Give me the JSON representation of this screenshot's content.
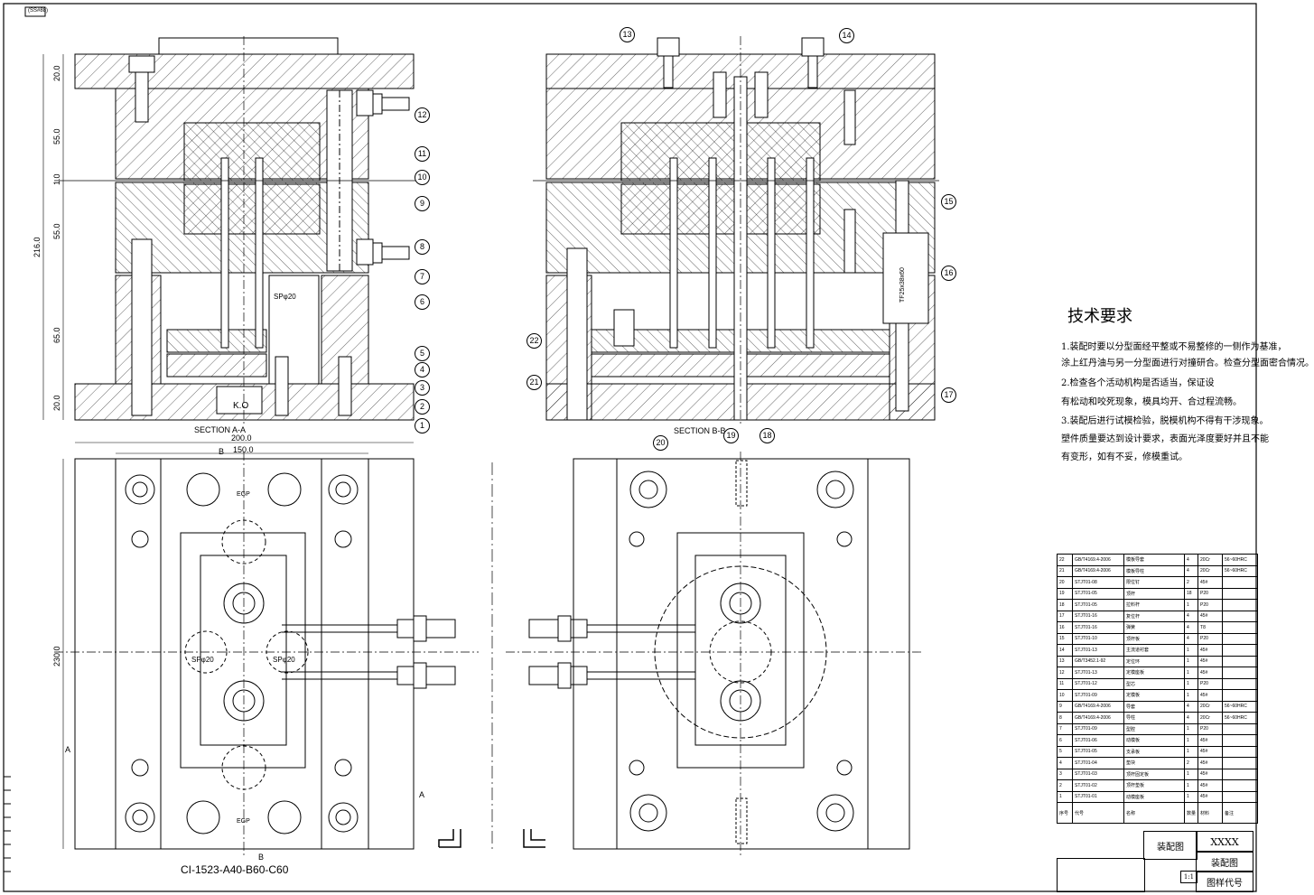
{
  "header": {
    "tag": "(SS#88)"
  },
  "views": {
    "section_aa": "SECTION  A-A",
    "section_bb": "SECTION  B-B",
    "part_code": "CI-1523-A40-B60-C60",
    "ko_label": "K.O",
    "sp_label": "SPφ20",
    "egp_label": "EGP",
    "spring_label": "TF25x38x60",
    "mark_a": "A",
    "mark_b": "B"
  },
  "dims": {
    "d20a": "20.0",
    "d55a": "55.0",
    "d10": "1.0",
    "d216": "216.0",
    "d55b": "55.0",
    "d65": "65.0",
    "d20b": "20.0",
    "d200": "200.0",
    "d150": "150.0",
    "d230": "230.0"
  },
  "balloons": [
    "1",
    "2",
    "3",
    "4",
    "5",
    "6",
    "7",
    "8",
    "9",
    "10",
    "11",
    "12",
    "13",
    "14",
    "15",
    "16",
    "17",
    "18",
    "19",
    "20",
    "21",
    "22"
  ],
  "tech_req": {
    "title": "技术要求",
    "lines": [
      "1.装配时要以分型面经平整或不易整修的一侧作为基准，",
      "涂上红丹油与另一分型面进行对撞研合。检查分型面密合情况。",
      "2.检查各个活动机构是否适当，保证设",
      "有松动和咬死现象，模具均开、合过程流畅。",
      "3.装配后进行试模检验，脱模机构不得有干涉现象。",
      "塑件质量要达到设计要求，表面光泽度要好并且不能",
      "有变形，如有不妥，修模重试。"
    ]
  },
  "bom": [
    {
      "no": "22",
      "code": "GB/T4169.4-2006",
      "name": "模板导套",
      "qty": "4",
      "mat": "20Cr",
      "note": "56~60HRC"
    },
    {
      "no": "21",
      "code": "GB/T4169.4-2006",
      "name": "模板导柱",
      "qty": "4",
      "mat": "20Cr",
      "note": "56~60HRC"
    },
    {
      "no": "20",
      "code": "STJT01-08",
      "name": "限位钉",
      "qty": "2",
      "mat": "45#",
      "note": ""
    },
    {
      "no": "19",
      "code": "STJT01-05",
      "name": "顶杆",
      "qty": "18",
      "mat": "P20",
      "note": ""
    },
    {
      "no": "18",
      "code": "STJT01-05",
      "name": "拉料杆",
      "qty": "1",
      "mat": "P20",
      "note": ""
    },
    {
      "no": "17",
      "code": "STJT01-16",
      "name": "复位杆",
      "qty": "4",
      "mat": "45#",
      "note": ""
    },
    {
      "no": "16",
      "code": "STJT01-16",
      "name": "弹簧",
      "qty": "4",
      "mat": "T8",
      "note": ""
    },
    {
      "no": "15",
      "code": "STJT01-10",
      "name": "顶杆板",
      "qty": "4",
      "mat": "P20",
      "note": ""
    },
    {
      "no": "14",
      "code": "STJT01-13",
      "name": "主流道衬套",
      "qty": "1",
      "mat": "45#",
      "note": ""
    },
    {
      "no": "13",
      "code": "GB/T3452.1-92",
      "name": "定位环",
      "qty": "1",
      "mat": "45#",
      "note": ""
    },
    {
      "no": "12",
      "code": "STJT01-13",
      "name": "定模座板",
      "qty": "1",
      "mat": "45#",
      "note": ""
    },
    {
      "no": "11",
      "code": "STJT01-12",
      "name": "型芯",
      "qty": "1",
      "mat": "P20",
      "note": ""
    },
    {
      "no": "10",
      "code": "STJT01-09",
      "name": "定模板",
      "qty": "1",
      "mat": "45#",
      "note": ""
    },
    {
      "no": "9",
      "code": "GB/T4169.4-2006",
      "name": "导套",
      "qty": "4",
      "mat": "20Cr",
      "note": "56~60HRC"
    },
    {
      "no": "8",
      "code": "GB/T4169.4-2006",
      "name": "导柱",
      "qty": "4",
      "mat": "20Cr",
      "note": "56~60HRC"
    },
    {
      "no": "7",
      "code": "STJT01-09",
      "name": "型腔",
      "qty": "1",
      "mat": "P20",
      "note": ""
    },
    {
      "no": "6",
      "code": "STJT01-06",
      "name": "动模板",
      "qty": "1",
      "mat": "45#",
      "note": ""
    },
    {
      "no": "5",
      "code": "STJT01-05",
      "name": "支承板",
      "qty": "1",
      "mat": "45#",
      "note": ""
    },
    {
      "no": "4",
      "code": "STJT01-04",
      "name": "垫块",
      "qty": "2",
      "mat": "45#",
      "note": ""
    },
    {
      "no": "3",
      "code": "STJT01-03",
      "name": "顶杆固定板",
      "qty": "1",
      "mat": "45#",
      "note": ""
    },
    {
      "no": "2",
      "code": "STJT01-02",
      "name": "顶杆垫板",
      "qty": "1",
      "mat": "45#",
      "note": ""
    },
    {
      "no": "1",
      "code": "STJT01-01",
      "name": "动模座板",
      "qty": "1",
      "mat": "45#",
      "note": ""
    }
  ],
  "bom_header": {
    "no": "序号",
    "code": "代号",
    "name": "名称",
    "qty": "数量",
    "mat": "材料",
    "note": "备注"
  },
  "title_block": {
    "drawing_name": "装配图",
    "company": "XXXX",
    "drawing_name2": "装配图",
    "drawing_code": "图样代号",
    "scale": "1:1"
  }
}
